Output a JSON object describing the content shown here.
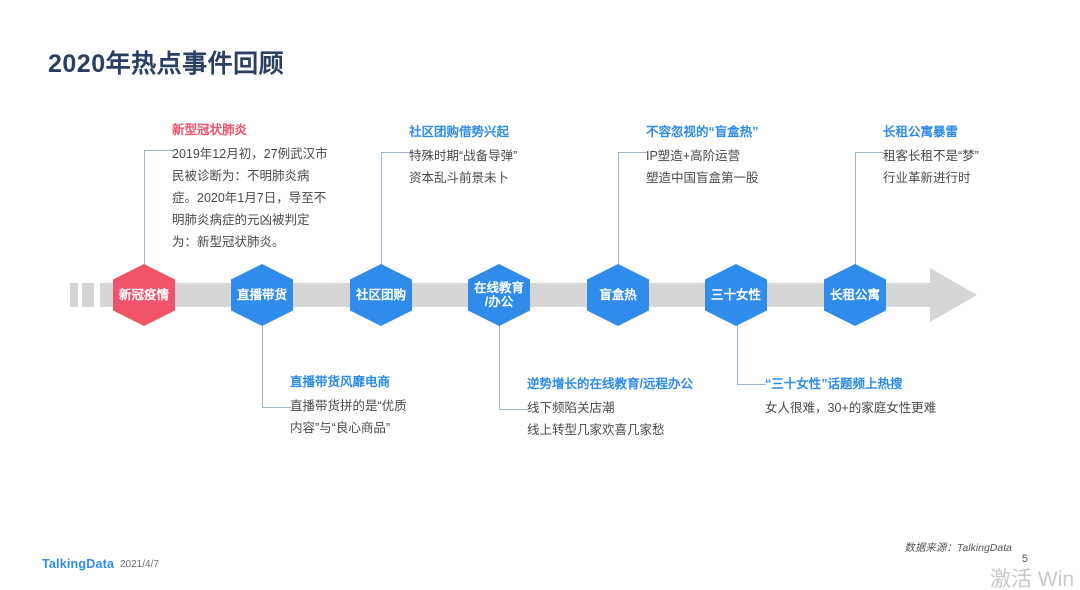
{
  "slide": {
    "title": "2020年热点事件回顾",
    "page_number": "5",
    "watermark": "激活 Win"
  },
  "footer": {
    "logo": "TalkingData",
    "date": "2021/4/7",
    "source": "数据来源：TalkingData"
  },
  "colors": {
    "title": "#2b3f63",
    "accent_blue": "#2f8ceb",
    "accent_red": "#ef546b",
    "bar_gray": "#d6d6d6",
    "connector": "#9fb4cd",
    "body_text": "#4a4a4a"
  },
  "timeline": {
    "nodes": [
      {
        "label": "新冠疫情",
        "color": "#ef546b"
      },
      {
        "label": "直播带货",
        "color": "#2f8ceb"
      },
      {
        "label": "社区团购",
        "color": "#2f8ceb"
      },
      {
        "label": "在线教育\n/办公",
        "color": "#2f8ceb"
      },
      {
        "label": "盲盒热",
        "color": "#2f8ceb"
      },
      {
        "label": "三十女性",
        "color": "#2f8ceb"
      },
      {
        "label": "长租公寓",
        "color": "#2f8ceb"
      }
    ]
  },
  "annotations_top": [
    {
      "title": "新型冠状肺炎",
      "title_color": "#ef546b",
      "lines": [
        "2019年12月初，27例武汉市民被诊断为：不明肺炎病症。2020年1月7日，导至不明肺炎病症的元凶被判定为：新型冠状肺炎。"
      ]
    },
    {
      "title": "社区团购借势兴起",
      "title_color": "#2f8ceb",
      "lines": [
        "特殊时期“战备导弹”",
        "资本乱斗前景未卜"
      ]
    },
    {
      "title": "不容忽视的“盲盒热”",
      "title_color": "#2f8ceb",
      "lines": [
        "IP塑造+高阶运营",
        "塑造中国盲盒第一股"
      ]
    },
    {
      "title": "长租公寓暴雷",
      "title_color": "#2f8ceb",
      "lines": [
        "租客长租不是“梦”",
        "行业革新进行时"
      ]
    }
  ],
  "annotations_bottom": [
    {
      "title": "直播带货风靡电商",
      "title_color": "#2f8ceb",
      "lines": [
        "直播带货拼的是“优质",
        "内容”与“良心商品”"
      ]
    },
    {
      "title": "逆势增长的在线教育/远程办公",
      "title_color": "#2f8ceb",
      "lines": [
        "线下频陷关店潮",
        "线上转型几家欢喜几家愁"
      ]
    },
    {
      "title": "“三十女性”话题频上热搜",
      "title_color": "#2f8ceb",
      "lines": [
        "女人很难，30+的家庭女性更难"
      ]
    }
  ]
}
